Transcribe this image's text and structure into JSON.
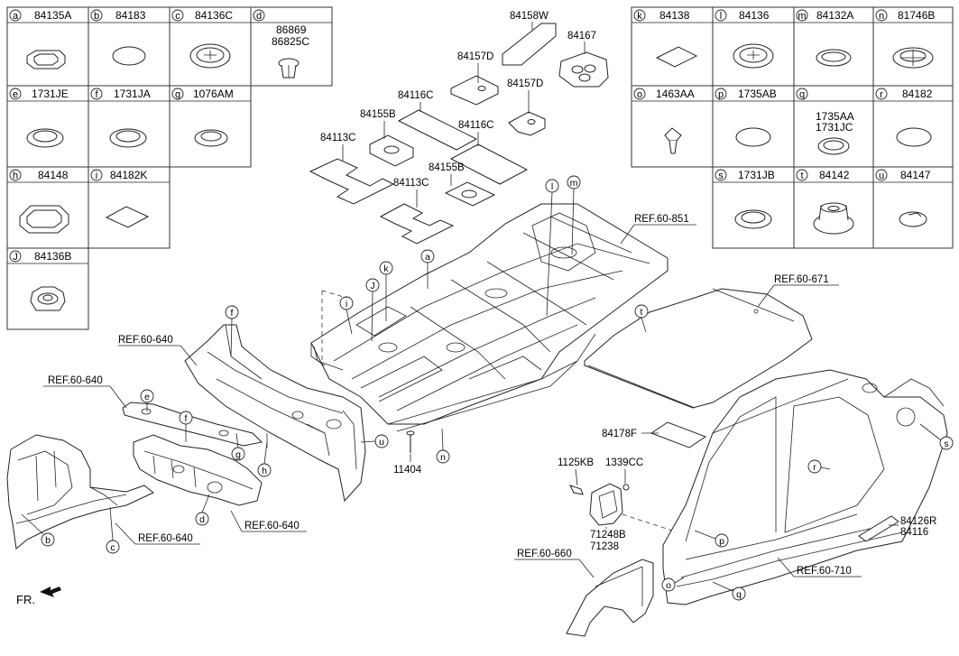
{
  "table_left": [
    {
      "letter": "a",
      "code": "84135A"
    },
    {
      "letter": "b",
      "code": "84183"
    },
    {
      "letter": "c",
      "code": "84136C"
    },
    {
      "letter": "d",
      "code": "",
      "codes": [
        "86869",
        "86825C"
      ]
    },
    {
      "letter": "e",
      "code": "1731JE"
    },
    {
      "letter": "f",
      "code": "1731JA"
    },
    {
      "letter": "g",
      "code": "1076AM"
    },
    {
      "letter": "h",
      "code": "84148"
    },
    {
      "letter": "i",
      "code": "84182K"
    },
    {
      "letter": "J",
      "code": "84136B"
    }
  ],
  "table_right": [
    {
      "letter": "k",
      "code": "84138"
    },
    {
      "letter": "l",
      "code": "84136"
    },
    {
      "letter": "m",
      "code": "84132A"
    },
    {
      "letter": "n",
      "code": "81746B"
    },
    {
      "letter": "o",
      "code": "1463AA"
    },
    {
      "letter": "p",
      "code": "1735AB"
    },
    {
      "letter": "q",
      "code": "",
      "codes": [
        "1735AA",
        "1731JC"
      ]
    },
    {
      "letter": "r",
      "code": "84182"
    },
    {
      "letter": "s",
      "code": "1731JB"
    },
    {
      "letter": "t",
      "code": "84142"
    },
    {
      "letter": "u",
      "code": "84147"
    }
  ],
  "part_labels": {
    "p84158W": "84158W",
    "p84167": "84167",
    "p84157D_1": "84157D",
    "p84157D_2": "84157D",
    "p84116C_1": "84116C",
    "p84116C_2": "84116C",
    "p84155B_1": "84155B",
    "p84155B_2": "84155B",
    "p84113C_1": "84113C",
    "p84113C_2": "84113C",
    "p84178F": "84178F",
    "p11404": "11404",
    "p1125KB": "1125KB",
    "p1339CC": "1339CC",
    "p71248B": "71248B",
    "p71238": "71238",
    "p84126R": "84126R",
    "p84116": "84116"
  },
  "refs": {
    "r851": "REF.60-851",
    "r671": "REF.60-671",
    "r640a": "REF.60-640",
    "r640b": "REF.60-640",
    "r640c": "REF.60-640",
    "r640d": "REF.60-640",
    "r660": "REF.60-660",
    "r710": "REF.60-710"
  },
  "callouts": {
    "a": "a",
    "b": "b",
    "c": "c",
    "d": "d",
    "e": "e",
    "f1": "f",
    "f2": "f",
    "g": "g",
    "h": "h",
    "i": "i",
    "J": "J",
    "k": "k",
    "l": "l",
    "m": "m",
    "n": "n",
    "o": "o",
    "p": "p",
    "q": "q",
    "r": "r",
    "s": "s",
    "t": "t",
    "u": "u"
  },
  "front_label": "FR."
}
